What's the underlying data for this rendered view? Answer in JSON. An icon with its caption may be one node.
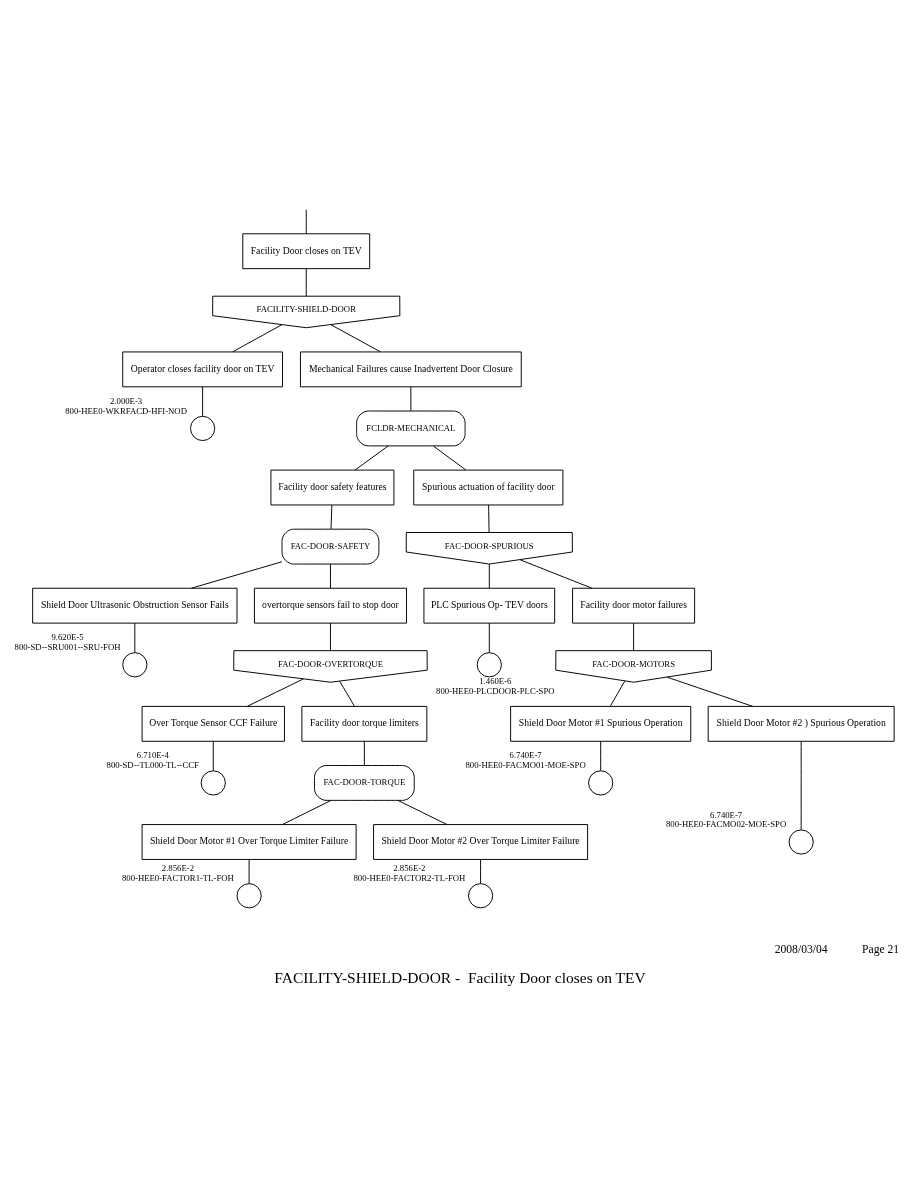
{
  "diagram": {
    "title": "FACILITY-SHIELD-DOOR -  Facility Door closes on TEV",
    "nodes": [
      {
        "text": [
          "Facility Door closes on TEV"
        ]
      },
      {
        "text": [
          "FACILITY-SHIELD-DOOR"
        ]
      },
      {
        "text": [
          "Operator closes facility door on TEV"
        ]
      },
      {
        "text": [],
        "shape": "circle",
        "beside": [
          "2.000E-3",
          "800-HEE0-WKRFACD-HFI-NOD"
        ]
      },
      {
        "text": [
          "Mechanical Failures cause Inadvertent Door Closure"
        ]
      },
      {
        "text": [
          "FCLDR-MECHANICAL"
        ]
      },
      {
        "text": [
          "Facility door safety features"
        ]
      },
      {
        "text": [
          "FAC-DOOR-SAFETY"
        ]
      },
      {
        "text": [
          "Shield Door Ultrasonic Obstruction Sensor Fails"
        ]
      },
      {
        "text": [],
        "shape": "circle",
        "beside": [
          "9.620E-5",
          "800-SD--SRU001--SRU-FOH"
        ]
      },
      {
        "text": [
          "overtorque sensors fail to stop door"
        ]
      },
      {
        "text": [
          "FAC-DOOR-OVERTORQUE"
        ]
      },
      {
        "text": [
          "Over Torque Sensor CCF Failure"
        ]
      },
      {
        "text": [],
        "shape": "circle",
        "beside": [
          "6.710E-4",
          "800-SD--TL000-TL--CCF"
        ]
      },
      {
        "text": [
          "Facility door torque limiters"
        ]
      },
      {
        "text": [
          "FAC-DOOR-TORQUE"
        ]
      },
      {
        "text": [
          "Shield Door Motor #1 Over Torque Limiter Failure"
        ]
      },
      {
        "text": [],
        "shape": "circle",
        "beside": [
          "2.856E-2",
          "800-HEE0-FACTOR1-TL-FOH"
        ]
      },
      {
        "text": [
          "Shield Door Motor #2 Over Torque Limiter Failure"
        ]
      },
      {
        "text": [],
        "shape": "circle",
        "beside": [
          "2.856E-2",
          "800-HEE0-FACTOR2-TL-FOH"
        ]
      },
      {
        "text": [
          "Spurious actuation of facility door"
        ]
      },
      {
        "text": [
          "FAC-DOOR-SPURIOUS"
        ]
      },
      {
        "text": [
          "PLC Spurious Op- TEV doors"
        ]
      },
      {
        "text": [],
        "shape": "circle",
        "beside": [
          "1.460E-6",
          "800-HEE0-PLCDOOR-PLC-SPO"
        ]
      },
      {
        "text": [
          "Facility door motor failures"
        ]
      },
      {
        "text": [
          "FAC-DOOR-MOTORS"
        ]
      },
      {
        "text": [
          "Shield Door Motor #1 Spurious Operation"
        ]
      },
      {
        "text": [],
        "shape": "circle",
        "beside": [
          "6.740E-7",
          "800-HEE0-FACMO01-MOE-SPO"
        ]
      },
      {
        "text": [
          "Shield Door Motor #2 ) Spurious Operation"
        ]
      },
      {
        "text": [],
        "shape": "circle",
        "beside": [
          "6.740E-7",
          "800-HEE0-FACMO02-MOE-SPO"
        ]
      }
    ],
    "edges": [
      {
        "from": null,
        "to": 0,
        "arrow": "none"
      },
      {
        "from": 0,
        "to": 1,
        "arrow": "none"
      },
      {
        "from": 1,
        "to": 2,
        "arrow": "none"
      },
      {
        "from": 2,
        "to": 3,
        "arrow": "none"
      },
      {
        "from": 1,
        "to": 4,
        "arrow": "none"
      },
      {
        "from": 4,
        "to": 5,
        "arrow": "none"
      },
      {
        "from": 5,
        "to": 6,
        "arrow": "none"
      },
      {
        "from": 6,
        "to": 7,
        "arrow": "none"
      },
      {
        "from": 7,
        "to": 8,
        "arrow": "none"
      },
      {
        "from": 8,
        "to": 9,
        "arrow": "none"
      },
      {
        "from": 7,
        "to": 10,
        "arrow": "none"
      },
      {
        "from": 10,
        "to": 11,
        "arrow": "none"
      },
      {
        "from": 11,
        "to": 12,
        "arrow": "none"
      },
      {
        "from": 12,
        "to": 13,
        "arrow": "none"
      },
      {
        "from": 11,
        "to": 14,
        "arrow": "none"
      },
      {
        "from": 14,
        "to": 15,
        "arrow": "none"
      },
      {
        "from": 15,
        "to": 16,
        "arrow": "none"
      },
      {
        "from": 16,
        "to": 17,
        "arrow": "none"
      },
      {
        "from": 15,
        "to": 18,
        "arrow": "none"
      },
      {
        "from": 18,
        "to": 19,
        "arrow": "none"
      },
      {
        "from": 5,
        "to": 20,
        "arrow": "none"
      },
      {
        "from": 20,
        "to": 21,
        "arrow": "none"
      },
      {
        "from": 21,
        "to": 22,
        "arrow": "none"
      },
      {
        "from": 22,
        "to": 23,
        "arrow": "none"
      },
      {
        "from": 21,
        "to": 24,
        "arrow": "none"
      },
      {
        "from": 24,
        "to": 25,
        "arrow": "none"
      },
      {
        "from": 25,
        "to": 26,
        "arrow": "none"
      },
      {
        "from": 26,
        "to": 27,
        "arrow": "none"
      },
      {
        "from": 25,
        "to": 28,
        "arrow": "none"
      },
      {
        "from": 28,
        "to": 29,
        "arrow": "none"
      }
    ],
    "labels": [
      "2008/03/04",
      "Page 21"
    ]
  }
}
